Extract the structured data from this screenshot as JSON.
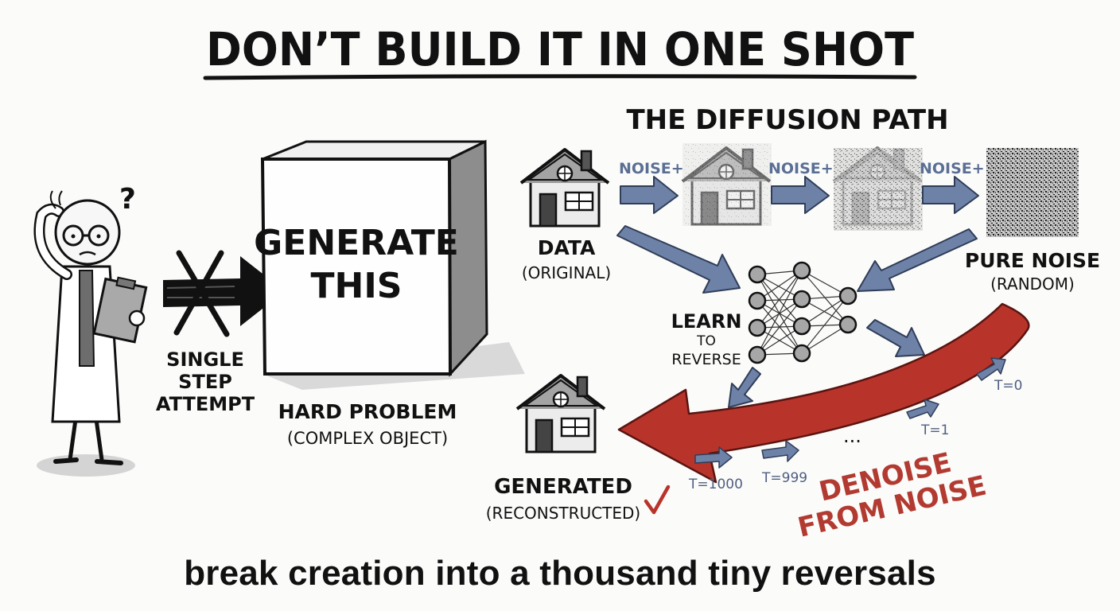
{
  "title": "DON’T BUILD IT IN ONE SHOT",
  "tagline": "break creation into a thousand tiny reversals",
  "left": {
    "attempt_label": [
      "SINGLE",
      "STEP",
      "ATTEMPT"
    ],
    "question_mark": "?",
    "box_text": [
      "GENERATE",
      "THIS"
    ],
    "problem_label": "HARD PROBLEM",
    "problem_sub": "(COMPLEX OBJECT)"
  },
  "diffusion": {
    "heading": "THE DIFFUSION PATH",
    "noise_step_label": "NOISE+",
    "data_label": "DATA",
    "data_sub": "(ORIGINAL)",
    "noise_label": "PURE NOISE",
    "noise_sub": "(RANDOM)",
    "learn_label": [
      "LEARN",
      "TO",
      "REVERSE"
    ],
    "generated_label": "GENERATED",
    "generated_sub": "(RECONSTRUCTED)",
    "ellipsis": "...",
    "steps": [
      "T=1000",
      "T=999",
      "T=1",
      "T=0"
    ],
    "denoise_label": [
      "DENOISE",
      "FROM NOISE"
    ]
  },
  "colors": {
    "arrow_blue": "#6e82a8",
    "arrow_red": "#b8342b",
    "ink": "#111111"
  }
}
